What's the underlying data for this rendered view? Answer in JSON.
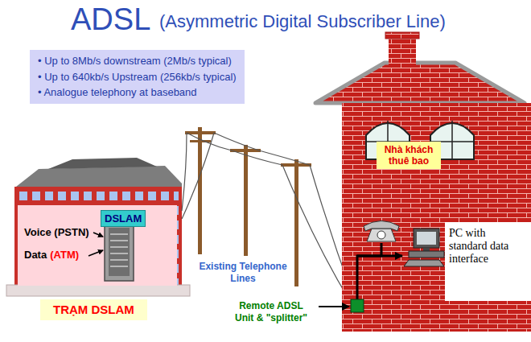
{
  "diagram": {
    "title": "ADSL",
    "nodes": [
      {
        "text": [
          "• Up to 8Mb/s downstream (2Mb/s typical)",
          "• Up to 640kb/s Upstream (256kb/s typical)",
          "• Analogue telephony at baseband"
        ]
      },
      {
        "text": [
          "Voice (PSTN)",
          "Data",
          "(ATM)"
        ]
      },
      {
        "text": [
          "DSLAM"
        ],
        "in": 1
      },
      {
        "text": [
          "TRẠM DSLAM"
        ]
      },
      {
        "text": [
          "Nhà khách thuê bao"
        ]
      },
      {
        "text": [
          "Remote ADSL Unit & \"splitter\""
        ]
      }
    ],
    "labels": [
      "(Asymmetric Digital Subscriber Line)",
      "Existing Telephone Lines",
      "PC with standard data interface"
    ]
  }
}
